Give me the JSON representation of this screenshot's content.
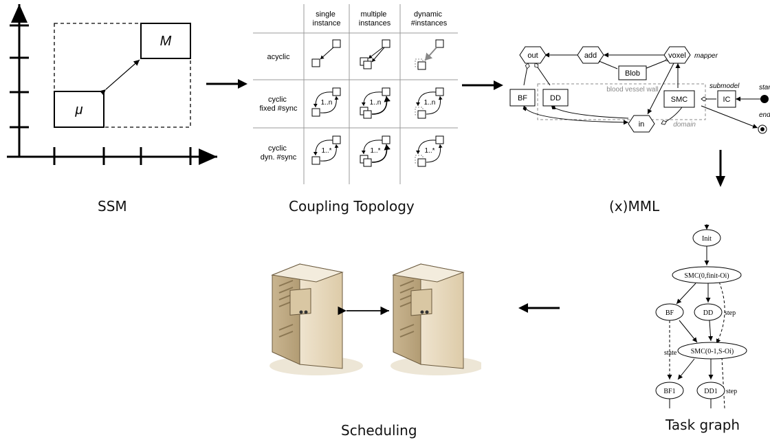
{
  "captions": {
    "ssm": "SSM",
    "coupling": "Coupling Topology",
    "mml": "(x)MML",
    "task_graph": "Task graph",
    "scheduling": "Scheduling"
  },
  "ssm": {
    "box_large": "M",
    "box_small": "μ"
  },
  "coupling": {
    "columns": [
      "single\ninstance",
      "multiple\ninstances",
      "dynamic\n#instances"
    ],
    "rows": [
      "acyclic",
      "cyclic\nfixed #sync",
      "cyclic\ndyn. #sync"
    ],
    "loop_fixed": "1..n",
    "loop_dyn": "1..*"
  },
  "mml": {
    "out": "out",
    "add": "add",
    "voxel": "voxel",
    "mapper": "mapper",
    "blob": "Blob",
    "bf": "BF",
    "dd": "DD",
    "vessel_wall": "blood vessel wall",
    "smc": "SMC",
    "submodel": "submodel",
    "ic": "IC",
    "start": "start",
    "end": "end",
    "in": "in",
    "domain": "domain"
  },
  "task_graph": {
    "init": "Init",
    "smc0": "SMC(0,finit-Oi)",
    "bf": "BF",
    "dd": "DD",
    "step1": "step",
    "state": "state",
    "smc01": "SMC(0-1,S-Oi)",
    "bf1": "BF1",
    "dd1": "DD1",
    "step2": "step"
  },
  "colors": {
    "server_body": "#e9dcc2",
    "server_shadow": "#d8c9a8"
  }
}
